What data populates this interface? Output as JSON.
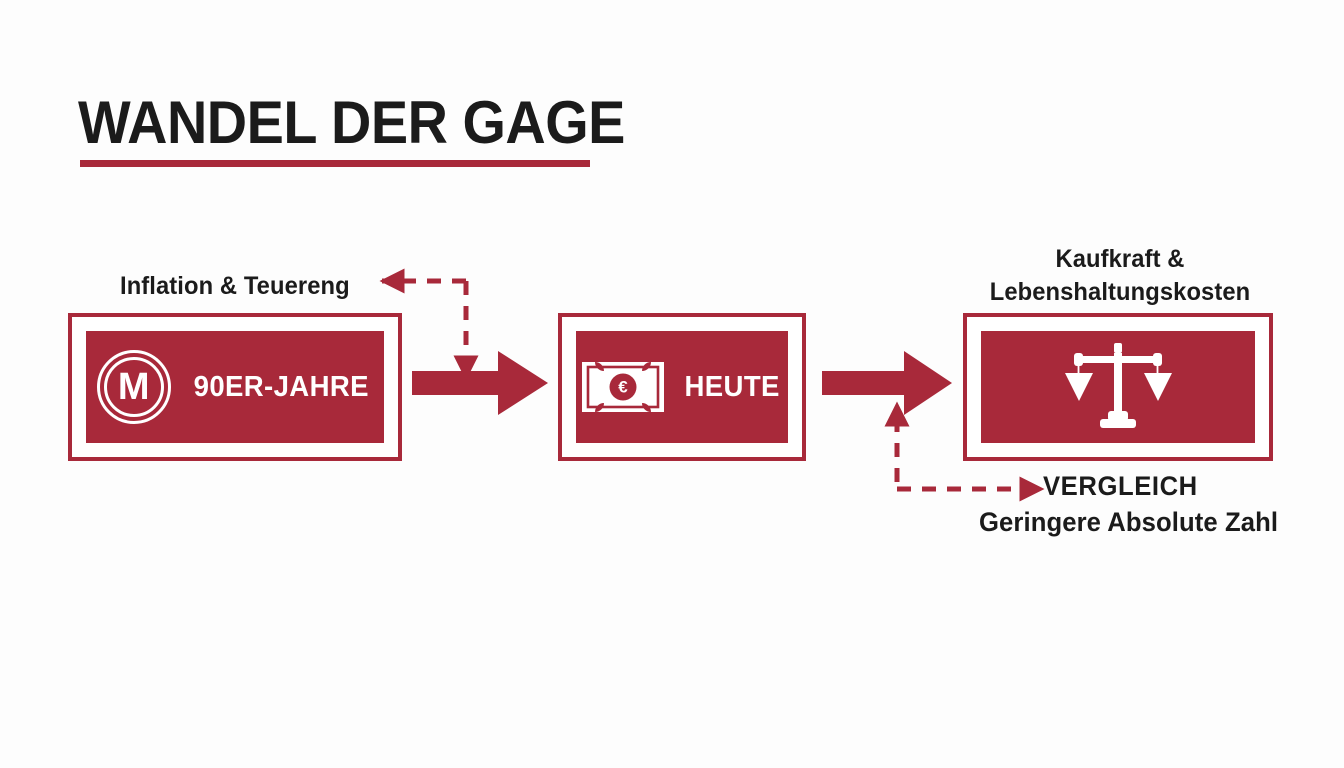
{
  "page": {
    "title": "WANDEL DER GAGE",
    "background_color": "#fdfdfd",
    "accent_color": "#a8293a",
    "text_color": "#1b1b1b"
  },
  "diagram": {
    "type": "flow",
    "boxes": [
      {
        "id": "nineties",
        "label": "90ER-JAHRE",
        "icon": "circled-m-icon",
        "icon_glyph": "M",
        "annotation_above": "Inflation & Teuereng"
      },
      {
        "id": "today",
        "label": "HEUTE",
        "icon": "euro-banknote-icon",
        "icon_glyph": "€",
        "annotation_above": ""
      },
      {
        "id": "comparison",
        "label": "",
        "icon": "balance-scale-icon",
        "icon_glyph": "",
        "annotation_above": "Kaufkraft & Lebenshaltungskosten"
      }
    ],
    "solid_arrows": [
      {
        "id": "arrow-nineties-to-today",
        "from": "nineties",
        "to": "today"
      },
      {
        "id": "arrow-today-to-comparison",
        "from": "today",
        "to": "comparison"
      }
    ],
    "dashed_callouts": [
      {
        "id": "inflation-callout",
        "text": "Inflation & Teuereng",
        "direction": "left"
      },
      {
        "id": "vergleich-callout",
        "text": "VERGLEICH",
        "subtext": "Geringere Absolute Zahl",
        "direction": "right"
      }
    ],
    "labels": {
      "inflation": "Inflation & Teuereng",
      "kaufkraft_line1": "Kaufkraft &",
      "kaufkraft_line2": "Lebenshaltungskosten",
      "vergleich": "VERGLEICH",
      "geringere": "Geringere Absolute Zahl"
    }
  }
}
